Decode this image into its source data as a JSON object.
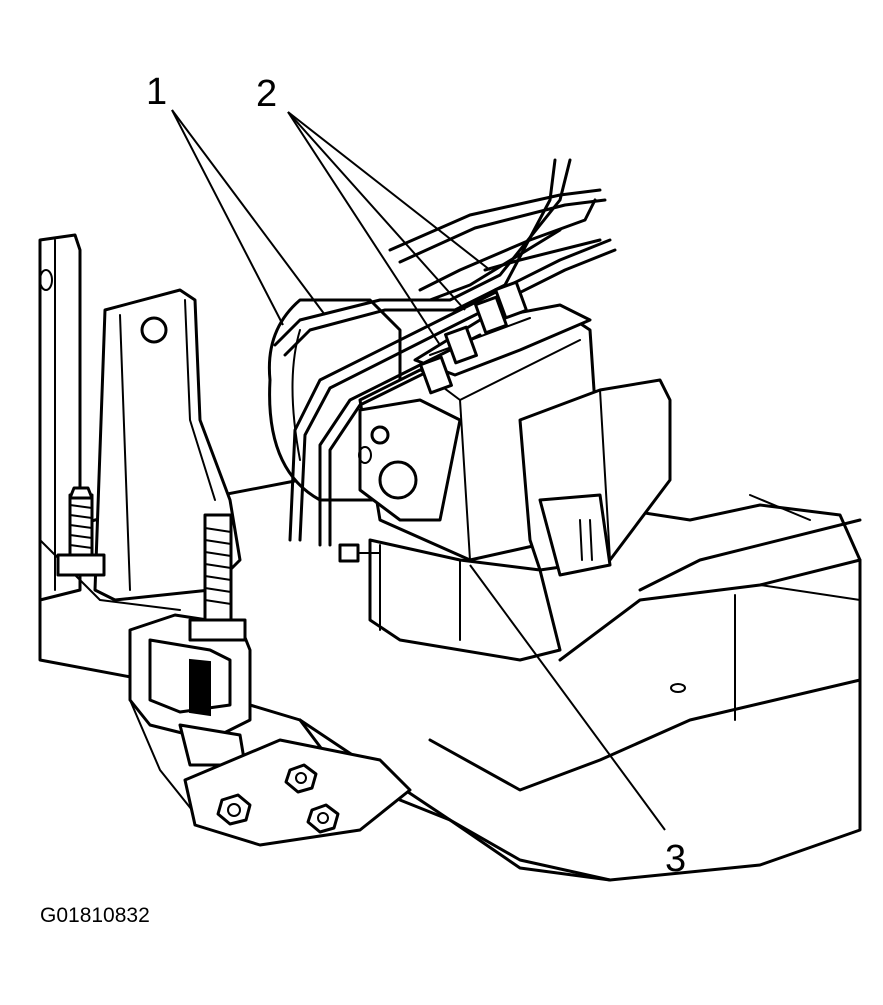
{
  "callouts": [
    {
      "id": "1",
      "label": "1"
    },
    {
      "id": "2",
      "label": "2"
    },
    {
      "id": "3",
      "label": "3"
    }
  ],
  "figure_id": "G01810832"
}
